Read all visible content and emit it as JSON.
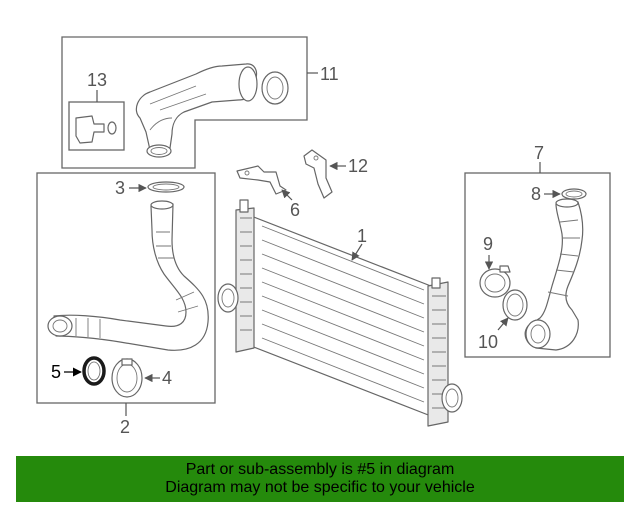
{
  "callouts": {
    "c1": "1",
    "c2": "2",
    "c3": "3",
    "c4": "4",
    "c5": "5",
    "c6": "6",
    "c7": "7",
    "c8": "8",
    "c9": "9",
    "c10": "10",
    "c11": "11",
    "c12": "12",
    "c13": "13"
  },
  "highlighted_part": "5",
  "banner": {
    "line1": "Part or sub-assembly is #5 in diagram",
    "line2": "Diagram may not be specific to your vehicle",
    "color": "#258a0c"
  }
}
